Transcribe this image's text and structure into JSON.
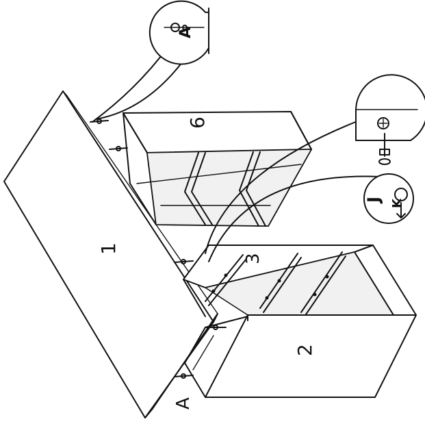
{
  "diagram": {
    "part_labels": {
      "top_panel": "1",
      "side_cabinet": "2",
      "drawer_module": "3",
      "shelf_unit": "6"
    },
    "fastener_labels": {
      "dowel_callout": "A",
      "dowel_side": "A",
      "cam_callout": "J",
      "cam_letter": "K"
    },
    "colors": {
      "line": "#111111",
      "background": "#ffffff",
      "shade": "#f1f1f1"
    },
    "icons": [
      "dowel-icon",
      "cam-lock-icon",
      "screwdriver-icon"
    ]
  }
}
